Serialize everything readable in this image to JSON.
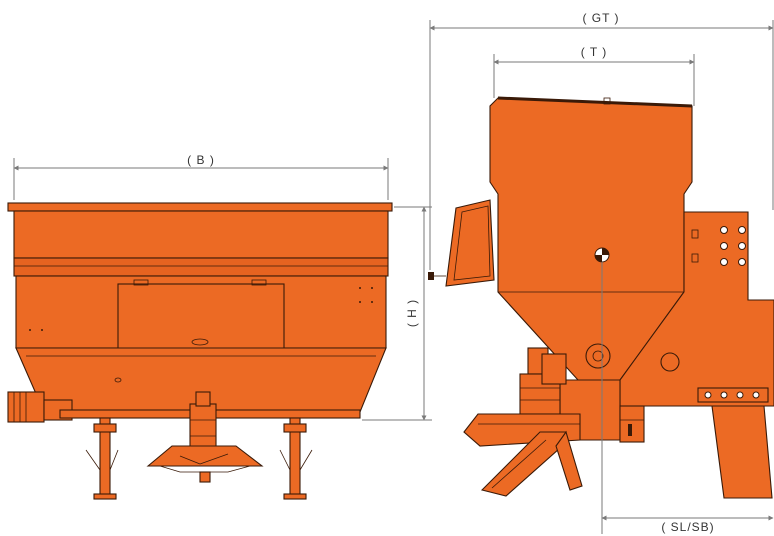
{
  "labels": {
    "width": "( B )",
    "height": "( H )",
    "total_depth": "( GT )",
    "depth": "( T )",
    "spread": "( SL/SB)"
  },
  "colors": {
    "body": "#ec6a24",
    "body_dark": "#d45a1a",
    "outline": "#3a1a08",
    "dimension": "#7a7a7a"
  }
}
